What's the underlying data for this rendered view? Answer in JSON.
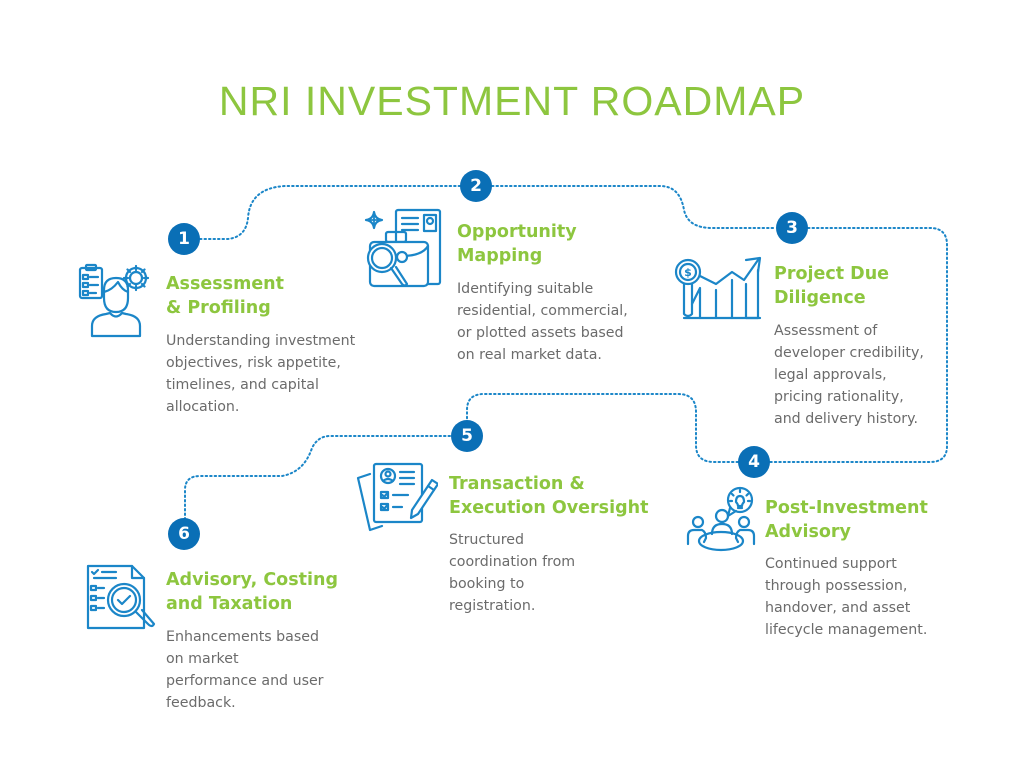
{
  "title": "NRI INVESTMENT ROADMAP",
  "colors": {
    "accent_green": "#8dc63f",
    "accent_blue": "#0a6fb6",
    "body_text": "#6b6b6b",
    "background": "#ffffff"
  },
  "steps": [
    {
      "number": "1",
      "title": "Assessment\n& Profiling",
      "description": "Understanding investment\nobjectives, risk appetite,\ntimelines, and capital\nallocation.",
      "icon": "person-checklist-gear-icon"
    },
    {
      "number": "2",
      "title": "Opportunity\nMapping",
      "description": "Identifying suitable\nresidential, commercial,\nor plotted assets based\non real market data.",
      "icon": "briefcase-search-icon"
    },
    {
      "number": "3",
      "title": "Project Due\nDiligence",
      "description": "Assessment of\ndeveloper credibility,\nlegal approvals,\npricing rationality,\nand delivery history.",
      "icon": "growth-chart-magnifier-icon"
    },
    {
      "number": "4",
      "title": "Post-Investment\nAdvisory",
      "description": "Continued support\nthrough possession,\nhandover, and asset\nlifecycle management.",
      "icon": "team-meeting-idea-icon"
    },
    {
      "number": "5",
      "title": "Transaction &\nExecution Oversight",
      "description": "Structured\ncoordination from\nbooking to\nregistration.",
      "icon": "document-checklist-pen-icon"
    },
    {
      "number": "6",
      "title": "Advisory, Costing\nand Taxation",
      "description": "Enhancements based\non market\nperformance and user\nfeedback.",
      "icon": "document-audit-magnifier-icon"
    }
  ]
}
